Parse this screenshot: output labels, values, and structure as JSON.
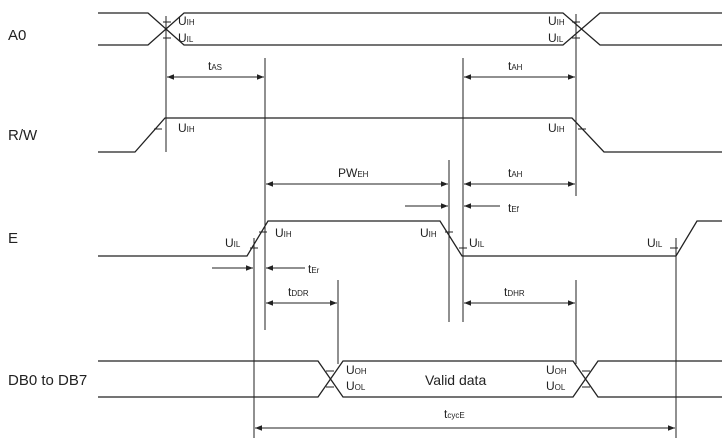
{
  "signals": {
    "a0": "A0",
    "rw": "R/W",
    "e": "E",
    "db": "DB0 to DB7"
  },
  "levels": {
    "u": "U",
    "ih": "IH",
    "il": "IL",
    "oh": "OH",
    "ol": "OL"
  },
  "timings": {
    "t": "t",
    "pw": "PW",
    "as": "AS",
    "ah": "AH",
    "eh": "EH",
    "ef": "Ef",
    "er": "Er",
    "ddr": "DDR",
    "dhr": "DHR",
    "cyc": "cycE"
  },
  "valid_data": "Valid data"
}
